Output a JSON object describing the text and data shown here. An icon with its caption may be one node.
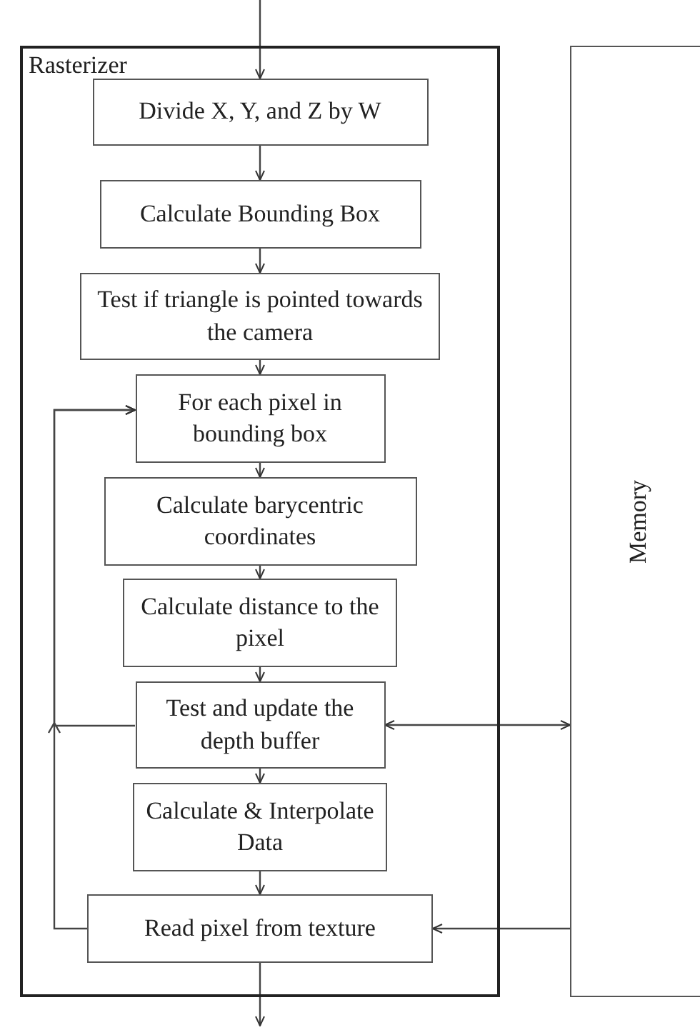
{
  "diagram": {
    "nodes": [
      {
        "text": [
          "Rasterizer"
        ]
      },
      {
        "text": [
          "Divide X, Y, and Z by W"
        ],
        "in": 0
      },
      {
        "text": [
          "Calculate Bounding Box"
        ],
        "in": 0
      },
      {
        "text": [
          "Test if triangle is pointed towards the camera"
        ],
        "in": 0
      },
      {
        "text": [
          "For each pixel in bounding box"
        ],
        "in": 0
      },
      {
        "text": [
          "Calculate barycentric coordinates"
        ],
        "in": 0
      },
      {
        "text": [
          "Calculate distance to the pixel"
        ],
        "in": 0
      },
      {
        "text": [
          "Test and update the depth buffer"
        ],
        "in": 0
      },
      {
        "text": [
          "Calculate & Interpolate Data"
        ],
        "in": 0
      },
      {
        "text": [
          "Read pixel from texture"
        ],
        "in": 0
      },
      {
        "text": [
          "Memory"
        ]
      }
    ],
    "edges": [
      {
        "from": null,
        "to": 1,
        "arrow": "to"
      },
      {
        "from": 1,
        "to": 2,
        "arrow": "to"
      },
      {
        "from": 2,
        "to": 3,
        "arrow": "to"
      },
      {
        "from": 3,
        "to": 4,
        "arrow": "to"
      },
      {
        "from": 4,
        "to": 5,
        "arrow": "to"
      },
      {
        "from": 5,
        "to": 6,
        "arrow": "to"
      },
      {
        "from": 6,
        "to": 7,
        "arrow": "to"
      },
      {
        "from": 7,
        "to": 8,
        "arrow": "to"
      },
      {
        "from": 8,
        "to": 9,
        "arrow": "to"
      },
      {
        "from": 9,
        "to": null,
        "arrow": "to"
      },
      {
        "from": 7,
        "to": 4,
        "arrow": "to"
      },
      {
        "from": 9,
        "to": 4,
        "arrow": "to"
      },
      {
        "from": 7,
        "to": 10,
        "arrow": "both"
      },
      {
        "from": 10,
        "to": 9,
        "arrow": "to"
      }
    ]
  }
}
